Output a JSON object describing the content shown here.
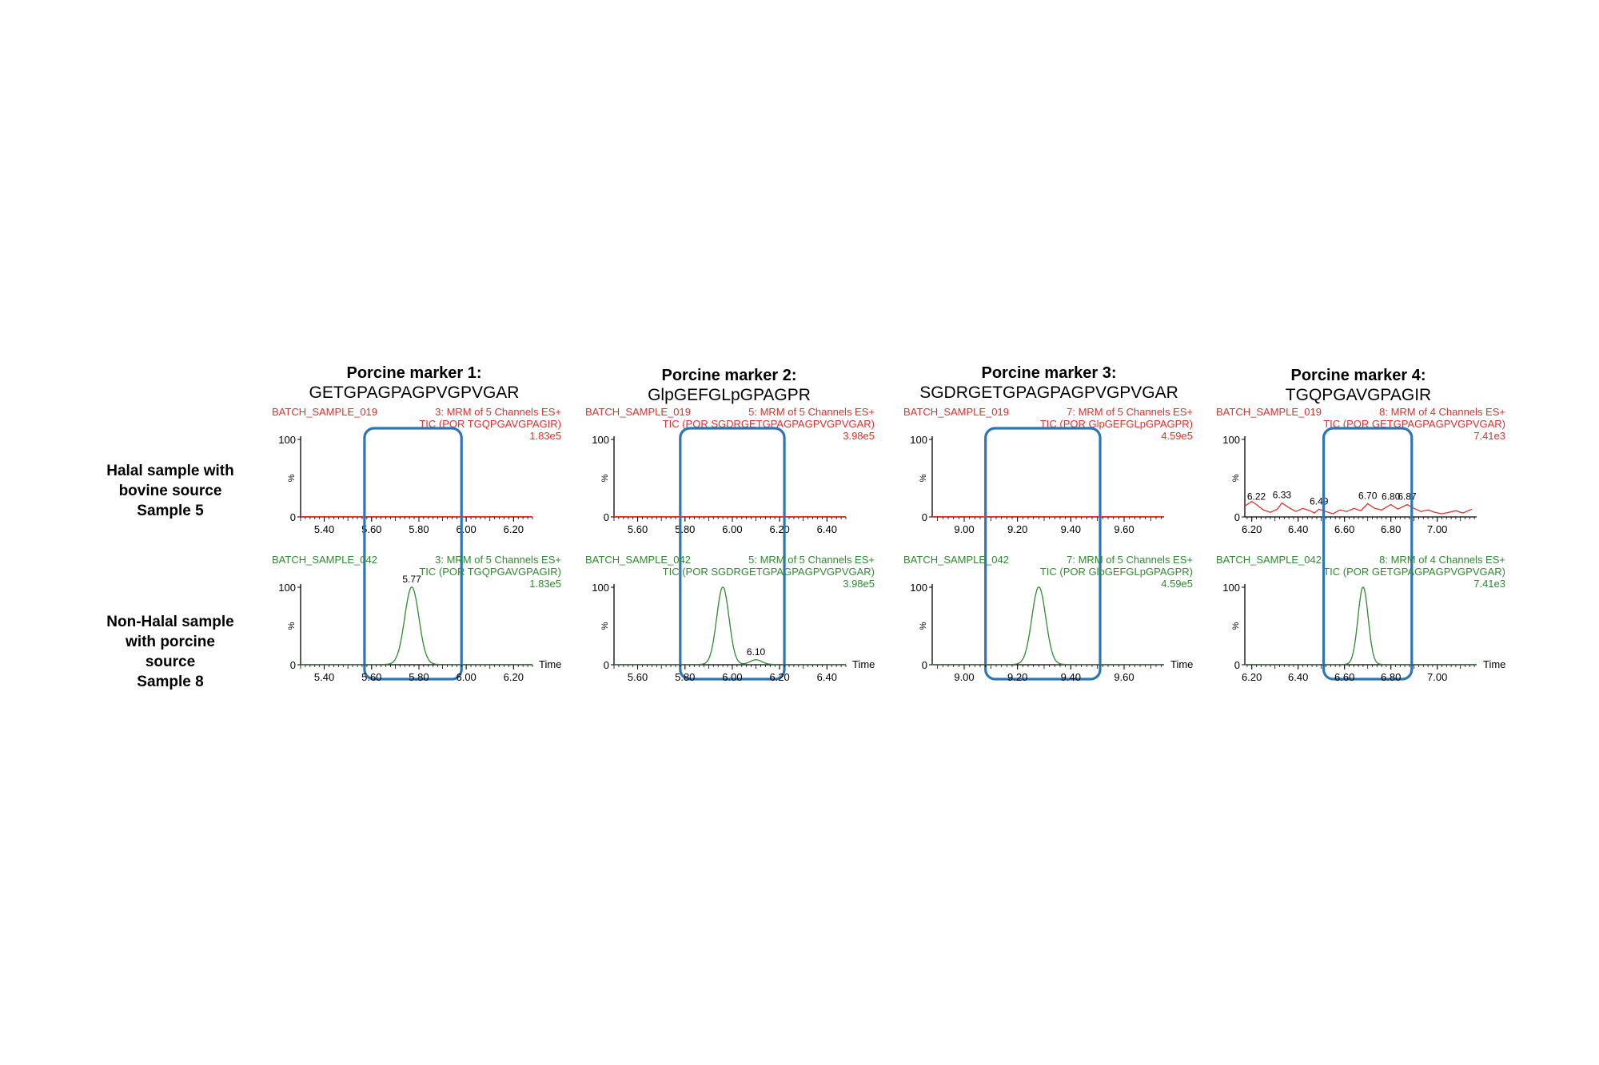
{
  "row_labels": [
    [
      "Halal sample with",
      "bovine source",
      "Sample 5"
    ],
    [
      "Non-Halal sample",
      "with porcine",
      "source",
      "Sample 8"
    ]
  ],
  "columns": [
    {
      "title": "Porcine marker 1:",
      "sequence": "GETGPAGPAGPVGPVGAR"
    },
    {
      "title": "Porcine marker 2:",
      "sequence": "GlpGEFGLpGPAGPR"
    },
    {
      "title": "Porcine marker 3:",
      "sequence": "SGDRGETGPAGPAGPVGPVGAR"
    },
    {
      "title": "Porcine marker 4:",
      "sequence": "TGQPGAVGPAGIR"
    }
  ],
  "colors": {
    "halal": "#e0302a",
    "porcine": "#2e8b2e",
    "box": "#2e75b6",
    "axis": "#000000"
  },
  "chart_data": [
    {
      "type": "line",
      "sample": "BATCH_SAMPLE_019",
      "channel": "3: MRM of 5 Channels ES+",
      "tic": "TIC (POR TGQPGAVGPAGIR)",
      "intensity": "1.83e5",
      "y_max_label": "100",
      "y_min_label": "0",
      "y_unit": "%",
      "xlabel": "",
      "xlim": [
        5.3,
        6.28
      ],
      "ticks": [
        "5.40",
        "5.60",
        "5.80",
        "6.00",
        "6.20"
      ],
      "peaks": [],
      "baseline": "flat",
      "highlight": [
        5.57,
        5.98
      ]
    },
    {
      "type": "line",
      "sample": "BATCH_SAMPLE_019",
      "channel": "5: MRM of 5 Channels ES+",
      "tic": "TIC (POR SGDRGETGPAGPAGPVGPVGAR)",
      "intensity": "3.98e5",
      "y_max_label": "100",
      "y_min_label": "0",
      "y_unit": "%",
      "xlabel": "",
      "xlim": [
        5.5,
        6.48
      ],
      "ticks": [
        "5.60",
        "5.80",
        "6.00",
        "6.20",
        "6.40"
      ],
      "peaks": [],
      "baseline": "flat",
      "highlight": [
        5.78,
        6.22
      ]
    },
    {
      "type": "line",
      "sample": "BATCH_SAMPLE_019",
      "channel": "7: MRM of 5 Channels ES+",
      "tic": "TIC (POR GlpGEFGLpGPAGPR)",
      "intensity": "4.59e5",
      "y_max_label": "100",
      "y_min_label": "0",
      "y_unit": "%",
      "xlabel": "",
      "xlim": [
        8.88,
        9.75
      ],
      "ticks": [
        "9.00",
        "9.20",
        "9.40",
        "9.60"
      ],
      "peaks": [],
      "baseline": "flat",
      "highlight": [
        9.08,
        9.51
      ]
    },
    {
      "type": "line",
      "sample": "BATCH_SAMPLE_019",
      "channel": "8: MRM of 4 Channels ES+",
      "tic": "TIC (POR GETGPAGPAGPVGPVGAR)",
      "intensity": "7.41e3",
      "y_max_label": "100",
      "y_min_label": "0",
      "y_unit": "%",
      "xlabel": "",
      "xlim": [
        6.17,
        7.17
      ],
      "ticks": [
        "6.20",
        "6.40",
        "6.60",
        "6.80",
        "7.00"
      ],
      "noise_x": [
        6.17,
        6.2,
        6.22,
        6.25,
        6.28,
        6.31,
        6.33,
        6.36,
        6.39,
        6.42,
        6.45,
        6.47,
        6.49,
        6.52,
        6.55,
        6.58,
        6.61,
        6.64,
        6.67,
        6.7,
        6.73,
        6.76,
        6.8,
        6.83,
        6.87,
        6.9,
        6.93,
        6.96,
        6.99,
        7.02,
        7.05,
        7.08,
        7.11,
        7.15
      ],
      "noise_y": [
        14,
        20,
        16,
        9,
        6,
        10,
        18,
        12,
        7,
        11,
        8,
        5,
        10,
        7,
        4,
        9,
        7,
        11,
        8,
        17,
        11,
        9,
        16,
        10,
        16,
        11,
        7,
        9,
        6,
        4,
        6,
        8,
        5,
        10
      ],
      "peaks": [
        {
          "x": 6.22,
          "label": "6.22"
        },
        {
          "x": 6.33,
          "label": "6.33"
        },
        {
          "x": 6.49,
          "label": "6.49"
        },
        {
          "x": 6.7,
          "label": "6.70"
        },
        {
          "x": 6.8,
          "label": "6.80"
        },
        {
          "x": 6.87,
          "label": "6.87"
        }
      ],
      "baseline": "noise",
      "highlight": [
        6.51,
        6.89
      ]
    },
    {
      "type": "line",
      "sample": "BATCH_SAMPLE_042",
      "channel": "3: MRM of 5 Channels ES+",
      "tic": "TIC (POR TGQPGAVGPAGIR)",
      "intensity": "1.83e5",
      "y_max_label": "100",
      "y_min_label": "0",
      "y_unit": "%",
      "xlabel": "Time",
      "xlim": [
        5.3,
        6.28
      ],
      "ticks": [
        "5.40",
        "5.60",
        "5.80",
        "6.00",
        "6.20"
      ],
      "peaks": [
        {
          "x": 5.77,
          "h": 100,
          "w": 0.03,
          "label": "5.77"
        }
      ],
      "baseline": "flat",
      "highlight": [
        5.57,
        5.98
      ]
    },
    {
      "type": "line",
      "sample": "BATCH_SAMPLE_042",
      "channel": "5: MRM of 5 Channels ES+",
      "tic": "TIC (POR SGDRGETGPAGPAGPVGPVGAR)",
      "intensity": "3.98e5",
      "y_max_label": "100",
      "y_min_label": "0",
      "y_unit": "%",
      "xlabel": "Time",
      "xlim": [
        5.5,
        6.48
      ],
      "ticks": [
        "5.60",
        "5.80",
        "6.00",
        "6.20",
        "6.40"
      ],
      "peaks": [
        {
          "x": 5.96,
          "h": 100,
          "w": 0.026,
          "label": ""
        },
        {
          "x": 6.1,
          "h": 6,
          "w": 0.025,
          "label": "6.10"
        }
      ],
      "baseline": "flat",
      "highlight": [
        5.78,
        6.22
      ]
    },
    {
      "type": "line",
      "sample": "BATCH_SAMPLE_042",
      "channel": "7: MRM of 5 Channels ES+",
      "tic": "TIC (POR GlpGEFGLpGPAGPR)",
      "intensity": "4.59e5",
      "y_max_label": "100",
      "y_min_label": "0",
      "y_unit": "%",
      "xlabel": "Time",
      "xlim": [
        8.88,
        9.75
      ],
      "ticks": [
        "9.00",
        "9.20",
        "9.40",
        "9.60"
      ],
      "peaks": [
        {
          "x": 9.28,
          "h": 100,
          "w": 0.026,
          "label": ""
        }
      ],
      "baseline": "flat",
      "highlight": [
        9.08,
        9.51
      ]
    },
    {
      "type": "line",
      "sample": "BATCH_SAMPLE_042",
      "channel": "8: MRM of 4 Channels ES+",
      "tic": "TIC (POR GETGPAGPAGPVGPVGAR)",
      "intensity": "7.41e3",
      "y_max_label": "100",
      "y_min_label": "0",
      "y_unit": "%",
      "xlabel": "Time",
      "xlim": [
        6.17,
        7.17
      ],
      "ticks": [
        "6.20",
        "6.40",
        "6.60",
        "6.80",
        "7.00"
      ],
      "peaks": [
        {
          "x": 6.68,
          "h": 100,
          "w": 0.022,
          "label": ""
        }
      ],
      "baseline": "flat",
      "highlight": [
        6.51,
        6.89
      ]
    }
  ]
}
